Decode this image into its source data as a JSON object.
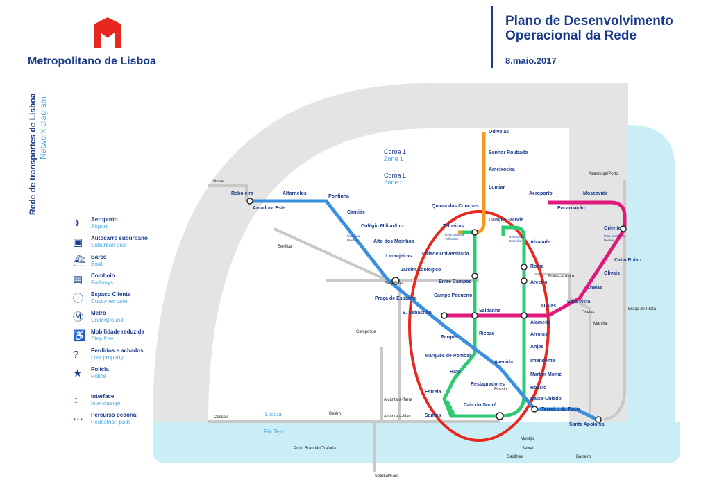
{
  "brand": "Metropolitano de Lisboa",
  "title_line1": "Plano de Desenvolvimento",
  "title_line2": "Operacional da Rede",
  "date": "8.maio.2017",
  "side_title": "Rede de transportes de Lisboa",
  "side_subtitle": "Network diagram",
  "zones": {
    "z1": "Coroa 1",
    "z1en": "Zone 1",
    "zl": "Coroa L",
    "zlen": "Zone L"
  },
  "legend": [
    {
      "pt": "Aeroporto",
      "en": "Airport",
      "icon": "airplane-icon"
    },
    {
      "pt": "Autocarro suburbano",
      "en": "Suburban bus",
      "icon": "bus-icon"
    },
    {
      "pt": "Barco",
      "en": "Boat",
      "icon": "boat-icon"
    },
    {
      "pt": "Comboio",
      "en": "Railways",
      "icon": "train-icon"
    },
    {
      "pt": "Espaço Cliente",
      "en": "Customer care",
      "icon": "info-icon"
    },
    {
      "pt": "Metro",
      "en": "Underground",
      "icon": "metro-icon"
    },
    {
      "pt": "Mobilidade reduzida",
      "en": "Step free",
      "icon": "wheelchair-icon"
    },
    {
      "pt": "Perdidos e achados",
      "en": "Lost property",
      "icon": "question-icon"
    },
    {
      "pt": "Polícia",
      "en": "Police",
      "icon": "police-icon"
    },
    {
      "pt": "Interface",
      "en": "Interchange",
      "icon": "interchange-icon"
    },
    {
      "pt": "Percurso pedonal",
      "en": "Pedestrian path",
      "icon": "dotted-path-icon"
    }
  ],
  "colors": {
    "blue": "#3a8fde",
    "yellow": "#f39a1e",
    "green": "#2ec973",
    "red": "#e0197d",
    "grey": "#bdbdbd",
    "river": "#c9eef5",
    "highlight": "#e8281e"
  },
  "river": {
    "rio": "Rio Tejo",
    "lisboa": "Lisboa"
  },
  "stations": {
    "odivelas": "Odivelas",
    "senhor_roubado": "Senhor Roubado",
    "ameixoeira": "Ameixoeira",
    "lumiar": "Lumiar",
    "quinta": "Quinta das Conchas",
    "telheiras": "Telheiras",
    "campo_grande": "Campo Grande",
    "alvalade": "Alvalade",
    "roma": "Roma",
    "areeiro": "Areeiro",
    "olaias": "Olaias",
    "cidade": "Cidade Universitária",
    "entre_campos": "Entre Campos",
    "campo_pequeno": "Campo Pequeno",
    "saldanha": "Saldanha",
    "sao_sebastiao": "S. Sebastião",
    "alameda": "Alameda",
    "arroios": "Arroios",
    "anjos": "Anjos",
    "intendente": "Intendente",
    "martim": "Martim Moniz",
    "rossio": "Rossio",
    "baixa": "Baixa-Chiado",
    "cais": "Cais do Sodré",
    "terreiro": "Terreiro do Paço",
    "santa_apolonia": "Santa Apolónia",
    "picoas": "Picoas",
    "avenida": "Avenida",
    "restauradores": "Restauradores",
    "parque": "Parque",
    "marques": "Marquês de Pombal",
    "rato": "Rato",
    "estrela": "Estrela",
    "santos": "Santos",
    "reboleira": "Reboleira",
    "amadora": "Amadora Este",
    "alfornelos": "Alfornelos",
    "pontinha": "Pontinha",
    "carnide": "Carnide",
    "colegio": "Colégio Militar/Luz",
    "alto": "Alto dos Moinhos",
    "laranjeiras": "Laranjeiras",
    "jardim": "Jardim Zoológico",
    "praca": "Praça de Espanha",
    "aeroporto": "Aeroporto",
    "encarnacao": "Encarnação",
    "moscavide": "Moscavide",
    "oriente": "Oriente",
    "cabo_ruivo": "Cabo Ruivo",
    "olivais": "Olivais",
    "chelas": "Chelas",
    "bela_vista": "Bela Vista",
    "roma_areeiro": "Roma-Areeiro",
    "sete_rios": "Sete Rios",
    "benfica": "Benfica",
    "campolide": "Campolide",
    "alcantara_terra": "Alcântara-Terra",
    "alcantara_mar": "Alcântara-Mar",
    "belem": "Belém",
    "cascais": "Cascais",
    "sintra": "Sintra",
    "azambuja": "Azambuja/Porto",
    "braco": "Braço de Prata",
    "marvila": "Marvila",
    "chelas_rail": "Chelas",
    "rossio_rail": "Rossio",
    "montijo": "Montijo",
    "seixal": "Seixal",
    "cacilhas": "Cacilhas",
    "barreiro": "Barreiro",
    "porto_brandao": "Porto Brandão/Trafaria",
    "setubal": "Setúbal/Faro"
  },
  "line_labels": {
    "amarela": "linha Amarela",
    "amarela_en": "Yellowline",
    "verde": "linha Verde",
    "verde_en": "Greenline",
    "azul": "linha Azul",
    "azul_en": "Blueline",
    "vermelha": "linha Vermelha",
    "vermelha_en": "Redline"
  }
}
